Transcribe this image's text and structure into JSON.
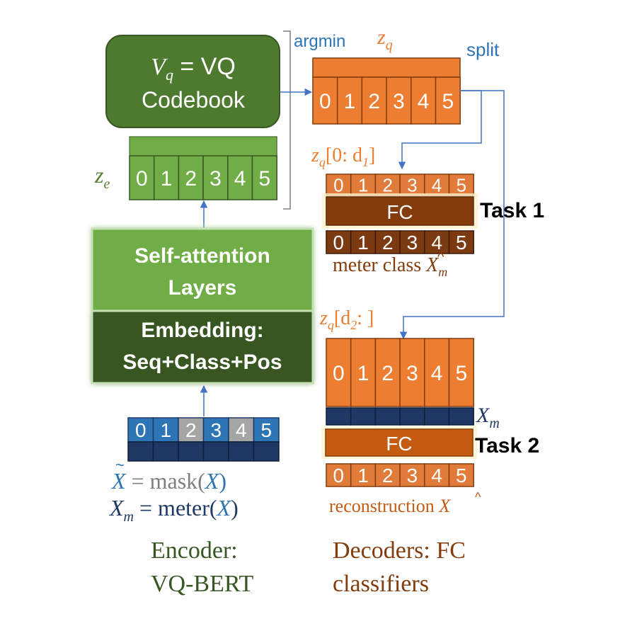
{
  "codebook": {
    "line1": "V",
    "line1_sub": "q",
    "line1_rest": " = VQ",
    "line2": "Codebook"
  },
  "argmin_label": "argmin",
  "zq_label": {
    "base": "z",
    "sub": "q"
  },
  "split_label": "split",
  "ze_label": {
    "base": "z",
    "sub": "e"
  },
  "indices": [
    "0",
    "1",
    "2",
    "3",
    "4",
    "5"
  ],
  "self_attention": {
    "line1": "Self-attention",
    "line2": "Layers"
  },
  "embedding": {
    "line1": "Embedding:",
    "line2": "Seq+Class+Pos"
  },
  "slice1_label": {
    "base": "z",
    "sub": "q",
    "rest": "[0: d",
    "rest_sub": "1",
    "close": "]"
  },
  "slice2_label": {
    "base": "z",
    "sub": "q",
    "rest": "[d",
    "rest_sub": "2",
    "close": ": ]"
  },
  "fc_label": "FC",
  "task1_label": "Task 1",
  "task2_label": "Task 2",
  "meter_class_label": {
    "text": "meter class ",
    "var": "X",
    "sub": "m"
  },
  "xm_label": {
    "base": "X",
    "sub": "m"
  },
  "reconstruction_label": {
    "text": "reconstruction ",
    "var": "X"
  },
  "mask_eq": {
    "lhs": "X",
    "mid": " = mask(",
    "var": "X",
    "close": ")"
  },
  "meter_eq": {
    "lhs": "X",
    "lhs_sub": "m",
    "mid": " = meter(",
    "var": "X",
    "close": ")"
  },
  "encoder_caption": {
    "line1": "Encoder:",
    "line2": "VQ-BERT"
  },
  "decoder_caption": {
    "line1": "Decoders: FC",
    "line2": "classifiers"
  },
  "colors": {
    "dark_green": "#4e7a30",
    "green": "#70ad47",
    "orange": "#ed7d31",
    "brown": "#843c0c",
    "dark_brown": "#7b3a12",
    "navy": "#1f3864",
    "blue": "#2e75b6",
    "grey": "#a5a5a5",
    "slice_orange": "#e07b39"
  }
}
